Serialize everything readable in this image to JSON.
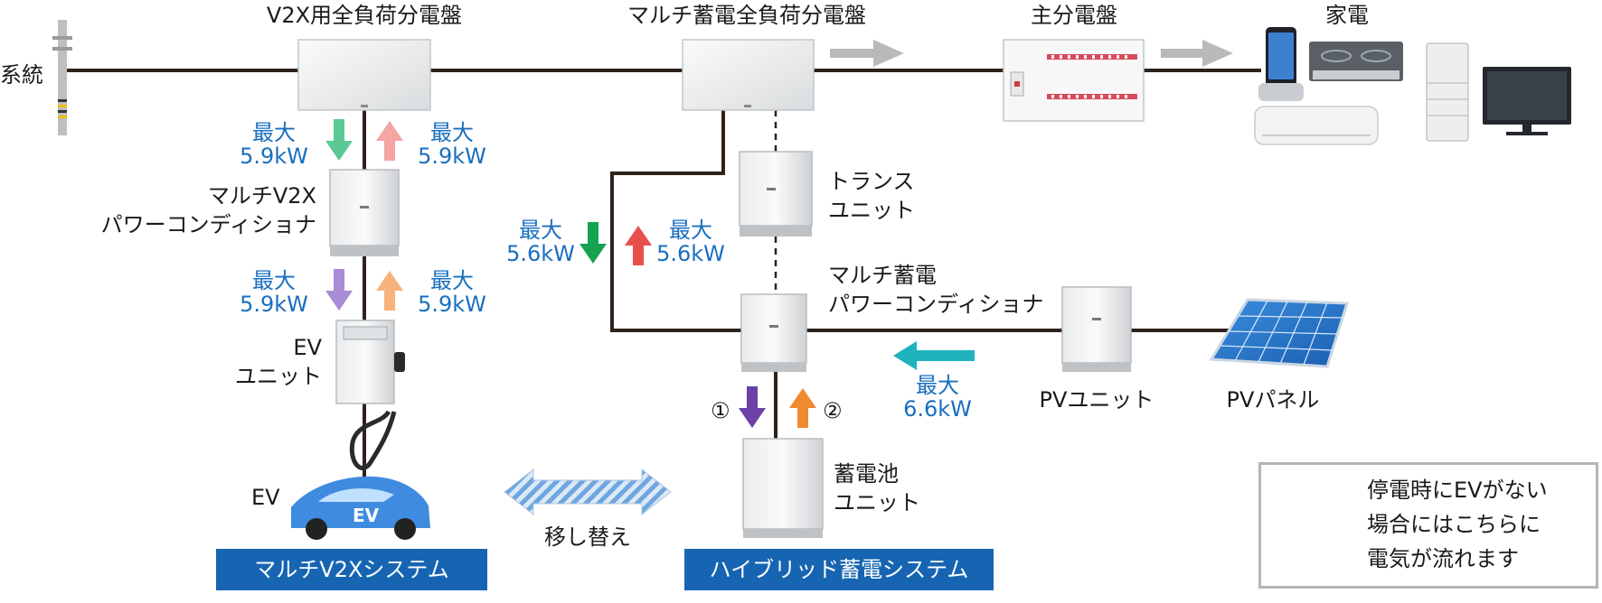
{
  "colors": {
    "line": "#2d231c",
    "label_blue": "#1a6fbf",
    "system_bar": "#1765b2",
    "arrow_green": "#5cc994",
    "arrow_pink": "#f5a3a3",
    "arrow_purple": "#a88cd6",
    "arrow_orange": "#f8b27c",
    "arrow_dark_green": "#15a352",
    "arrow_red": "#e8504e",
    "arrow_dark_purple": "#6b41a8",
    "arrow_dark_orange": "#ef8a2e",
    "arrow_teal": "#1fb3be",
    "arrow_gray": "#b9b9b9"
  },
  "labels": {
    "grid": "系統",
    "v2x_panel": "V2X用全負荷分電盤",
    "multi_panel": "マルチ蓄電全負荷分電盤",
    "main_panel": "主分電盤",
    "appliances": "家電",
    "v2x_pcs_line1": "マルチV2X",
    "v2x_pcs_line2": "パワーコンディショナ",
    "ev_unit_line1": "EV",
    "ev_unit_line2": "ユニット",
    "ev": "EV",
    "ev_badge": "EV",
    "transformer_line1": "トランス",
    "transformer_line2": "ユニット",
    "hybrid_pcs_line1": "マルチ蓄電",
    "hybrid_pcs_line2": "パワーコンディショナ",
    "pv_unit": "PVユニット",
    "pv_panel": "PVパネル",
    "battery_line1": "蓄電池",
    "battery_line2": "ユニット",
    "transfer": "移し替え",
    "circled_1": "①",
    "circled_2": "②",
    "max": "最大"
  },
  "power_ratings": {
    "v2x_panel_down": "5.9kW",
    "v2x_panel_up": "5.9kW",
    "ev_down": "5.9kW",
    "ev_up": "5.9kW",
    "hybrid_down": "5.6kW",
    "hybrid_up": "5.6kW",
    "pv": "6.6kW"
  },
  "systems": {
    "multi_v2x": "マルチV2Xシステム",
    "hybrid": "ハイブリッド蓄電システム"
  },
  "legend": {
    "line1": "停電時にEVがない",
    "line2": "場合にはこちらに",
    "line3": "電気が流れます"
  }
}
